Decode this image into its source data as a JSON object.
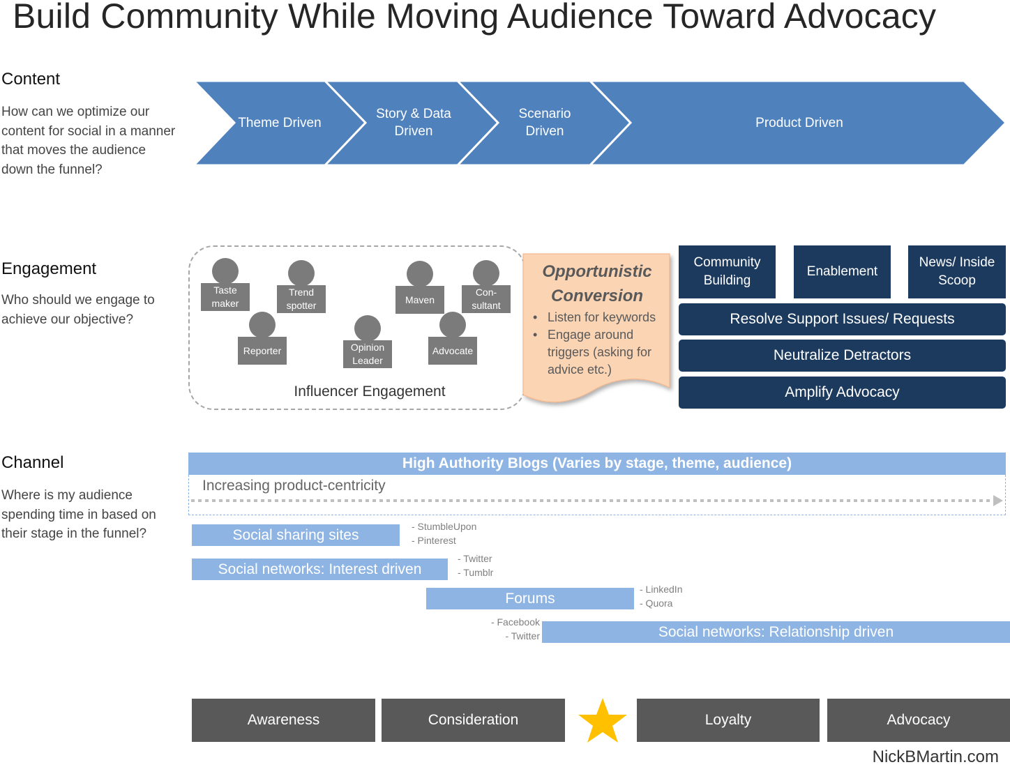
{
  "title": "Build Community While Moving Audience Toward Advocacy",
  "content": {
    "heading": "Content",
    "question": "How can we optimize our content for social in a manner that moves the audience down the funnel?",
    "chevrons": [
      "Theme Driven",
      "Story & Data Driven",
      "Scenario Driven",
      "Product Driven"
    ]
  },
  "engagement": {
    "heading": "Engagement",
    "question": "Who should we engage to achieve our objective?",
    "influencers": [
      "Taste maker",
      "Trend spotter",
      "Reporter",
      "Opinion Leader",
      "Maven",
      "Con-sultant",
      "Advocate"
    ],
    "influencer_label": "Influencer Engagement",
    "opportunistic": {
      "title": "Opportunistic Conversion",
      "bullets": [
        "Listen for keywords",
        "Engage around triggers (asking for advice etc.)"
      ]
    },
    "boxes": [
      "Community Building",
      "Enablement",
      "News/ Inside Scoop"
    ],
    "bars": [
      "Resolve Support Issues/ Requests",
      "Neutralize Detractors",
      "Amplify Advocacy"
    ]
  },
  "channel": {
    "heading": "Channel",
    "question": "Where is my audience spending time in based on their stage in the funnel?",
    "blogs": "High Authority Blogs  (Varies by stage, theme, audience)",
    "centricity": "Increasing product-centricity",
    "bars": [
      {
        "label": "Social  sharing sites",
        "examples": [
          "- StumbleUpon",
          "- Pinterest"
        ]
      },
      {
        "label": "Social networks: Interest driven",
        "examples": [
          "- Twitter",
          "-  Tumblr"
        ]
      },
      {
        "label": "Forums",
        "examples": [
          "- LinkedIn",
          "- Quora"
        ]
      },
      {
        "label": "Social networks: Relationship driven",
        "examples": [
          "- Facebook",
          "- Twitter"
        ]
      }
    ]
  },
  "stages": [
    "Awareness",
    "Consideration",
    "Loyalty",
    "Advocacy"
  ],
  "colors": {
    "chevron": "#4f81bd",
    "navy": "#1c3a5e",
    "light_blue": "#8eb4e3",
    "stage": "#595959",
    "star": "#ffc000",
    "peach": "#fbd4b4"
  },
  "footer": "NickBMartin.com"
}
